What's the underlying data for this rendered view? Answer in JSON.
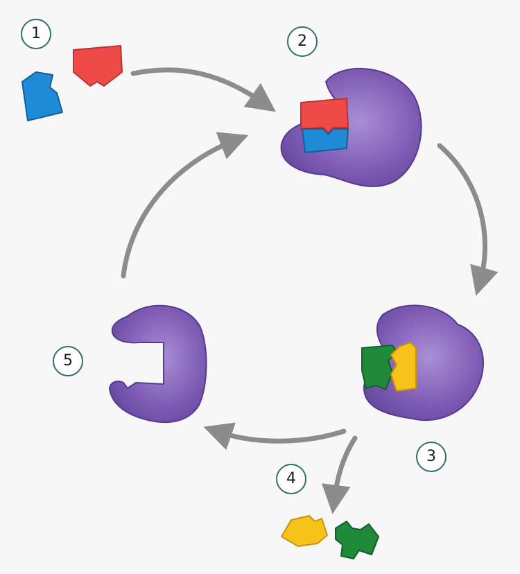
{
  "steps": [
    "1",
    "2",
    "3",
    "4",
    "5"
  ],
  "colors": {
    "enzyme": "#7e5cb4",
    "enzyme_dark": "#563a8e",
    "substrate_red": "#ef4a48",
    "substrate_blue": "#1f8ad6",
    "product_yellow": "#f7c21a",
    "product_green": "#1f8a3a",
    "arrow": "#8c8c8c",
    "badge_border": "#2f6f67"
  }
}
